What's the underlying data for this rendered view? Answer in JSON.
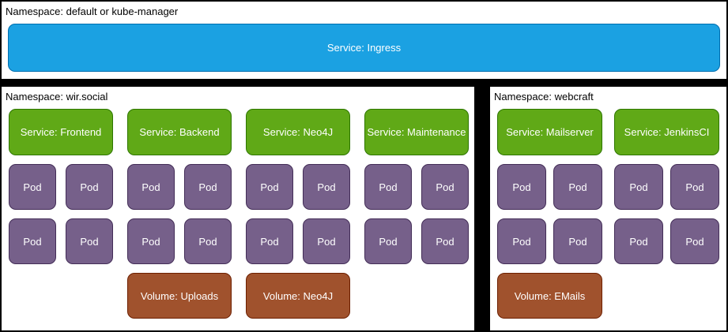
{
  "colors": {
    "canvas_background": "#000000",
    "panel_background": "#ffffff",
    "ingress_fill": "#1ba1e2",
    "ingress_stroke": "#006eaf",
    "service_fill": "#60a917",
    "service_stroke": "#2d7600",
    "pod_fill": "#76608a",
    "pod_stroke": "#432d57",
    "volume_fill": "#a0522d",
    "volume_stroke": "#6d1f00",
    "node_text": "#ffffff",
    "label_text": "#000000"
  },
  "panels": {
    "top": {
      "label": "Namespace: default or kube-manager",
      "ingress_service": "Service: Ingress"
    },
    "wir_social": {
      "label": "Namespace: wir.social",
      "columns": [
        {
          "service": "Service: Frontend",
          "pods": [
            "Pod",
            "Pod",
            "Pod",
            "Pod"
          ]
        },
        {
          "service": "Service: Backend",
          "pods": [
            "Pod",
            "Pod",
            "Pod",
            "Pod"
          ],
          "volume": "Volume: Uploads"
        },
        {
          "service": "Service: Neo4J",
          "pods": [
            "Pod",
            "Pod",
            "Pod",
            "Pod"
          ],
          "volume": "Volume: Neo4J"
        },
        {
          "service": "Service: Maintenance",
          "pods": [
            "Pod",
            "Pod",
            "Pod",
            "Pod"
          ]
        }
      ]
    },
    "webcraft": {
      "label": "Namespace: webcraft",
      "columns": [
        {
          "service": "Service: Mailserver",
          "pods": [
            "Pod",
            "Pod",
            "Pod",
            "Pod"
          ],
          "volume": "Volume: EMails"
        },
        {
          "service": "Service: JenkinsCI",
          "pods": [
            "Pod",
            "Pod",
            "Pod",
            "Pod"
          ]
        }
      ]
    }
  }
}
